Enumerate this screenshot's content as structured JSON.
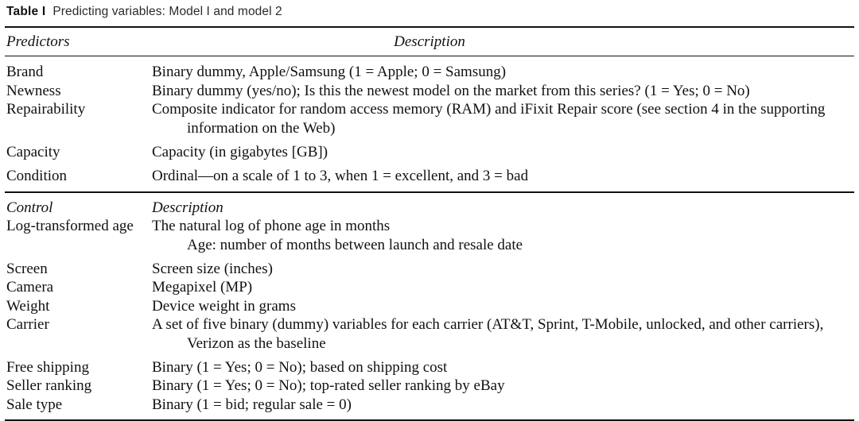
{
  "caption": {
    "label": "Table I",
    "text": "Predicting variables: Model I and model 2"
  },
  "headers": {
    "predictors": "Predictors",
    "description": "Description"
  },
  "section_control": {
    "control_label": "Control",
    "description_label": "Description"
  },
  "predictor_rows": [
    {
      "name": "Brand",
      "desc": "Binary dummy, Apple/Samsung (1 = Apple; 0 = Samsung)",
      "desc_cont": ""
    },
    {
      "name": "Newness",
      "desc": "Binary dummy (yes/no); Is this the newest model on the market from this series? (1 = Yes; 0 = No)",
      "desc_cont": ""
    },
    {
      "name": "Repairability",
      "desc": "Composite indicator for random access memory (RAM) and iFixit Repair score (see section 4 in the supporting",
      "desc_cont": "information on the Web)"
    },
    {
      "name": "Capacity",
      "desc": "Capacity (in gigabytes [GB])",
      "desc_cont": ""
    },
    {
      "name": "Condition",
      "desc": "Ordinal—on a scale of 1 to 3, when 1 = excellent, and 3 = bad",
      "desc_cont": ""
    }
  ],
  "control_rows": [
    {
      "name": "Log-transformed age",
      "desc": "The natural log of phone age in months",
      "desc_cont": "Age: number of months between launch and resale date"
    },
    {
      "name": "Screen",
      "desc": "Screen size (inches)",
      "desc_cont": ""
    },
    {
      "name": "Camera",
      "desc": "Megapixel (MP)",
      "desc_cont": ""
    },
    {
      "name": "Weight",
      "desc": "Device weight in grams",
      "desc_cont": ""
    },
    {
      "name": "Carrier",
      "desc": "A set of five binary (dummy) variables for each carrier (AT&T, Sprint, T-Mobile, unlocked, and other carriers),",
      "desc_cont": "Verizon as the baseline"
    },
    {
      "name": "Free shipping",
      "desc": "Binary (1 = Yes; 0 = No); based on shipping cost",
      "desc_cont": ""
    },
    {
      "name": "Seller ranking",
      "desc": "Binary (1 = Yes; 0 = No); top-rated seller ranking by eBay",
      "desc_cont": ""
    },
    {
      "name": "Sale type",
      "desc": "Binary (1 = bid; regular sale = 0)",
      "desc_cont": ""
    }
  ],
  "colors": {
    "text": "#111111",
    "caption_text": "#2b2b2b",
    "rule": "#111111",
    "background": "#ffffff"
  }
}
